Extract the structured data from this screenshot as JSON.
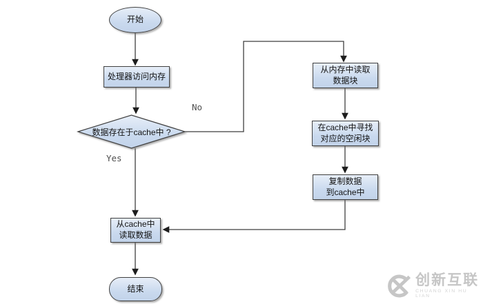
{
  "theme": {
    "node-fill-top": "#e7eef8",
    "node-fill": "#c9d9ee",
    "node-border": "#3f3f3f",
    "connector": "#3f3f3f",
    "text": "#141414",
    "edge-label": "#4f4f4f",
    "watermark": "#c6c6c6"
  },
  "flowchart": {
    "nodes": {
      "start": {
        "label": "开始"
      },
      "access_memory": {
        "label": "处理器访问内存"
      },
      "decision": {
        "label": "数据存在于cache中 ?"
      },
      "read_from_memory": {
        "lines": [
          "从内存中读取",
          "数据块"
        ]
      },
      "find_free_block": {
        "lines": [
          "在cache中寻找",
          "对应的空闲块"
        ]
      },
      "copy_to_cache": {
        "lines": [
          "复制数据",
          "到cache中"
        ]
      },
      "read_from_cache": {
        "lines": [
          "从cache中",
          "读取数据"
        ]
      },
      "end": {
        "label": "结束"
      }
    },
    "edge_labels": {
      "yes": "Yes",
      "no": "No"
    }
  },
  "watermark": {
    "brand": "创新互联",
    "brand_sub": "CHUANG XIN HU LIAN"
  }
}
